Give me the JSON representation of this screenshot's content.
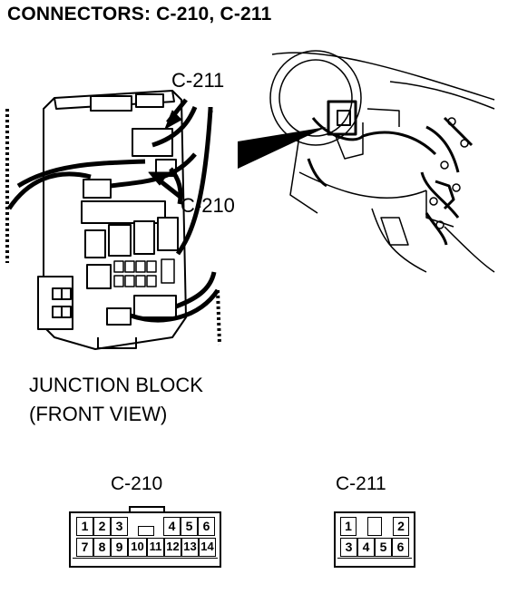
{
  "title": "CONNECTORS: C-210, C-211",
  "callouts": {
    "c211": "C-211",
    "c210": "C-210"
  },
  "caption": {
    "line1": "JUNCTION BLOCK",
    "line2": "(FRONT VIEW)"
  },
  "connectors": {
    "c210": {
      "label": "C-210",
      "top_row": [
        "1",
        "2",
        "3",
        "",
        "4",
        "5",
        "6"
      ],
      "bottom_row": [
        "7",
        "8",
        "9",
        "10",
        "11",
        "12",
        "13",
        "14"
      ]
    },
    "c211": {
      "label": "C-211",
      "top_row": [
        "1",
        "",
        "2"
      ],
      "bottom_row": [
        "3",
        "4",
        "5",
        "6"
      ]
    }
  }
}
